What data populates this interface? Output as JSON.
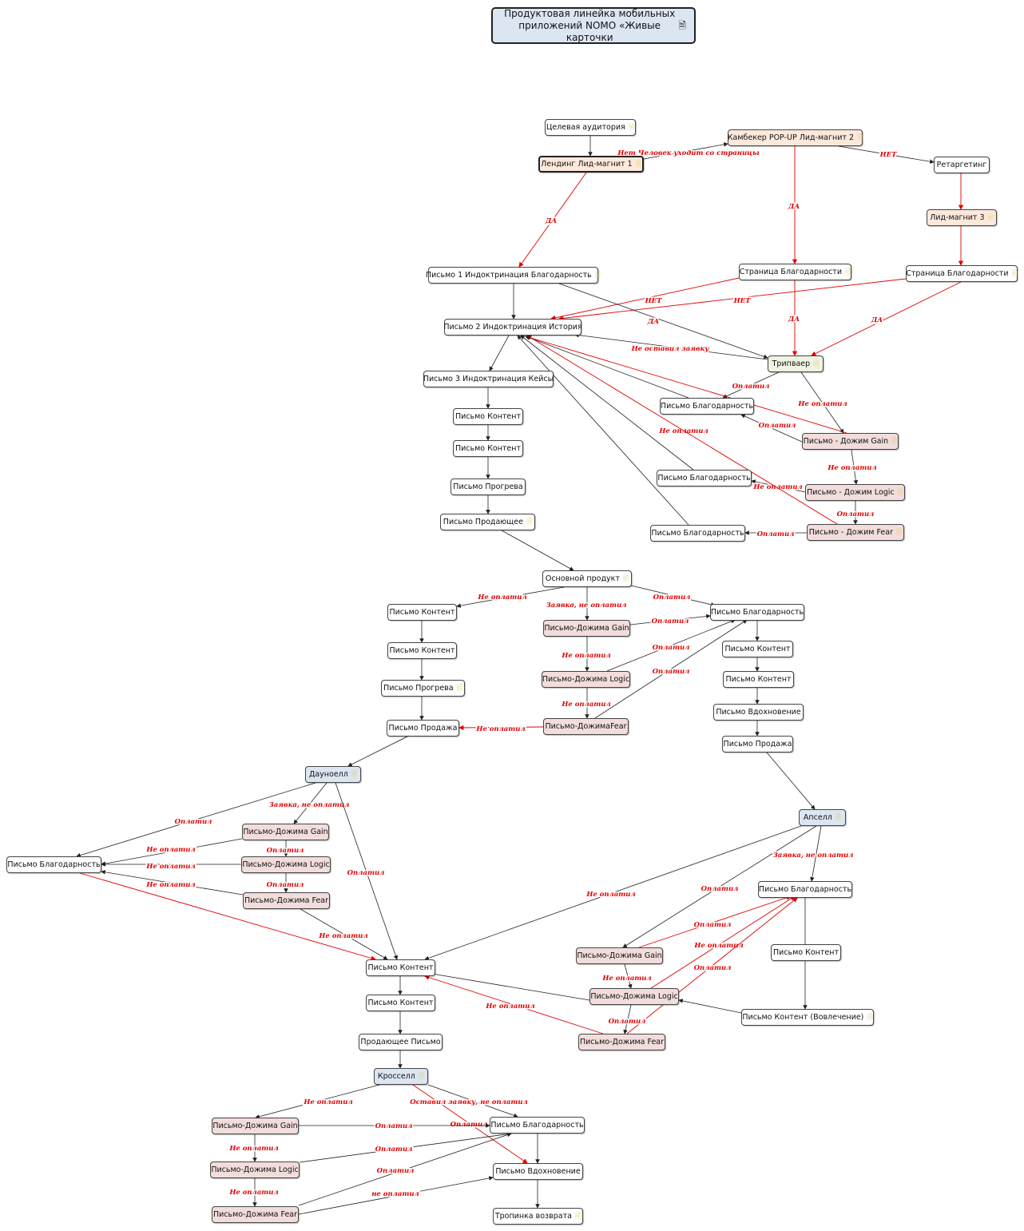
{
  "title": "Продуктовая линейка мобильных приложений NOMO «Живые карточки",
  "note_icon": "note-icon",
  "colors": {
    "edge_red": "#e00000",
    "edge_black": "#222222",
    "label_red": "#e00000"
  },
  "nodes": [
    {
      "id": "ca",
      "label": "Целевая аудитория",
      "note": true
    },
    {
      "id": "land",
      "label": "Лендинг Лид-магнит 1",
      "note": true
    },
    {
      "id": "camb",
      "label": "Камбекер POP-UP Лид-магнит 2",
      "note": true
    },
    {
      "id": "ret",
      "label": "Ретаргетинг",
      "note": false
    },
    {
      "id": "lm3",
      "label": "Лид-магнит 3",
      "note": true
    },
    {
      "id": "l1",
      "label": "Письмо 1 Индоктринация Благодарность",
      "note": true
    },
    {
      "id": "sb1",
      "label": "Страница Благодарности",
      "note": true
    },
    {
      "id": "sb2",
      "label": "Страница Благодарности",
      "note": true
    },
    {
      "id": "l2",
      "label": "Письмо 2 Индоктринация История",
      "note": false
    },
    {
      "id": "trip",
      "label": "Трипваер",
      "note": true
    },
    {
      "id": "l3",
      "label": "Письмо 3 Индоктринация Кейсы",
      "note": false
    },
    {
      "id": "pb1",
      "label": "Письмо Благодарность",
      "note": false
    },
    {
      "id": "k1",
      "label": "Письмо Контент",
      "note": false
    },
    {
      "id": "dg1",
      "label": "Письмо - Дожим Gain",
      "note": true
    },
    {
      "id": "k2",
      "label": "Письмо Контент",
      "note": false
    },
    {
      "id": "pb2",
      "label": "Письмо Благодарность",
      "note": false
    },
    {
      "id": "dl1",
      "label": "Письмо - Дожим Logic",
      "note": true
    },
    {
      "id": "prog1",
      "label": "Письмо Прогрева",
      "note": false
    },
    {
      "id": "prod1",
      "label": "Письмо Продающее",
      "note": true
    },
    {
      "id": "pb3",
      "label": "Письмо Благодарность",
      "note": false
    },
    {
      "id": "df1",
      "label": "Письмо - Дожим Fear",
      "note": true
    },
    {
      "id": "main",
      "label": "Основной продукт",
      "note": true
    },
    {
      "id": "k3",
      "label": "Письмо Контент",
      "note": false
    },
    {
      "id": "pb4",
      "label": "Письмо Благодарность",
      "note": false
    },
    {
      "id": "dg2",
      "label": "Письмо-Дожима Gain",
      "note": false
    },
    {
      "id": "k4",
      "label": "Письмо Контент",
      "note": false
    },
    {
      "id": "k5",
      "label": "Письмо Контент",
      "note": false
    },
    {
      "id": "dl2",
      "label": "Письмо-Дожима Logic",
      "note": false
    },
    {
      "id": "k6",
      "label": "Письмо Контент",
      "note": false
    },
    {
      "id": "prog2",
      "label": "Письмо Прогрева",
      "note": true
    },
    {
      "id": "vd1",
      "label": "Письмо Вдохновение",
      "note": false
    },
    {
      "id": "sale1",
      "label": "Письмо Продажа",
      "note": false
    },
    {
      "id": "df2",
      "label": "Письмо-ДожимаFear",
      "note": false
    },
    {
      "id": "sale2",
      "label": "Письмо Продажа",
      "note": false
    },
    {
      "id": "down",
      "label": "Дауноелл",
      "note": true
    },
    {
      "id": "up",
      "label": "Апселл",
      "note": true
    },
    {
      "id": "dg3",
      "label": "Письмо-Дожима Gain",
      "note": false
    },
    {
      "id": "pb5",
      "label": "Письмо Благодарность",
      "note": false
    },
    {
      "id": "dl3",
      "label": "Письмо-Дожима Logic",
      "note": false
    },
    {
      "id": "pb6",
      "label": "Письмо Благодарность",
      "note": false
    },
    {
      "id": "df3",
      "label": "Письмо-Дожима Fear",
      "note": false
    },
    {
      "id": "k7",
      "label": "Письмо Контент",
      "note": false
    },
    {
      "id": "dg4",
      "label": "Письмо-Дожима Gain",
      "note": false
    },
    {
      "id": "k8",
      "label": "Письмо Контент",
      "note": false
    },
    {
      "id": "dl4",
      "label": "Письмо-Дожима Logic",
      "note": false
    },
    {
      "id": "k9",
      "label": "Письмо Контент",
      "note": false
    },
    {
      "id": "kv",
      "label": "Письмо Контент (Вовлечение)",
      "note": true
    },
    {
      "id": "df4",
      "label": "Письмо-Дожима Fear",
      "note": false
    },
    {
      "id": "prodL",
      "label": "Продающее Письмо",
      "note": false
    },
    {
      "id": "cross",
      "label": "Кросселл",
      "note": true
    },
    {
      "id": "dg5",
      "label": "Письмо-Дожима Gain",
      "note": false
    },
    {
      "id": "pb7",
      "label": "Письмо Благодарность",
      "note": false
    },
    {
      "id": "dl5",
      "label": "Письмо-Дожима Logic",
      "note": false
    },
    {
      "id": "vd2",
      "label": "Письмо Вдохновение",
      "note": false
    },
    {
      "id": "df5",
      "label": "Письмо-Дожима Fear",
      "note": false
    },
    {
      "id": "trop",
      "label": "Тропинка возврата",
      "note": true
    }
  ],
  "edge_labels": [
    "Нет Человек уходит со страницы",
    "НЕТ",
    "ДА",
    "ДА",
    "НЕТ",
    "НЕТ",
    "ДА",
    "ДА",
    "ДА",
    "Не оставил заявку",
    "Оплатил",
    "Не оплатил",
    "Оплатил",
    "Не оплатил",
    "Не оплатил",
    "Оплатил",
    "Не оплатил",
    "Оплатил",
    "Не оплатил",
    "Заявка, не оплатил",
    "Оплатил",
    "Оплатил",
    "Не оплатил",
    "Оплатил",
    "Оплатил",
    "Не оплатил",
    "Не оплатил",
    "Оплатил",
    "Заявка, не оплатил",
    "Оплатил",
    "Не оплатил",
    "Оплатил",
    "Не оплатил",
    "Оплатил",
    "Не оплатил",
    "Не оплатил",
    "Не оплатил",
    "Оплатил",
    "Заявка, не оплатил",
    "Оплатил",
    "Не оплатил",
    "Оплатил",
    "Не оплатил",
    "Оплатил",
    "Не оплатил",
    "Не оплатил",
    "Оплатил",
    "Оставил заявку, не оплатил",
    "Оплатил",
    "Не оплатил",
    "Оплатил",
    "Не оплатил",
    "Оплатил",
    "не оплатил"
  ]
}
